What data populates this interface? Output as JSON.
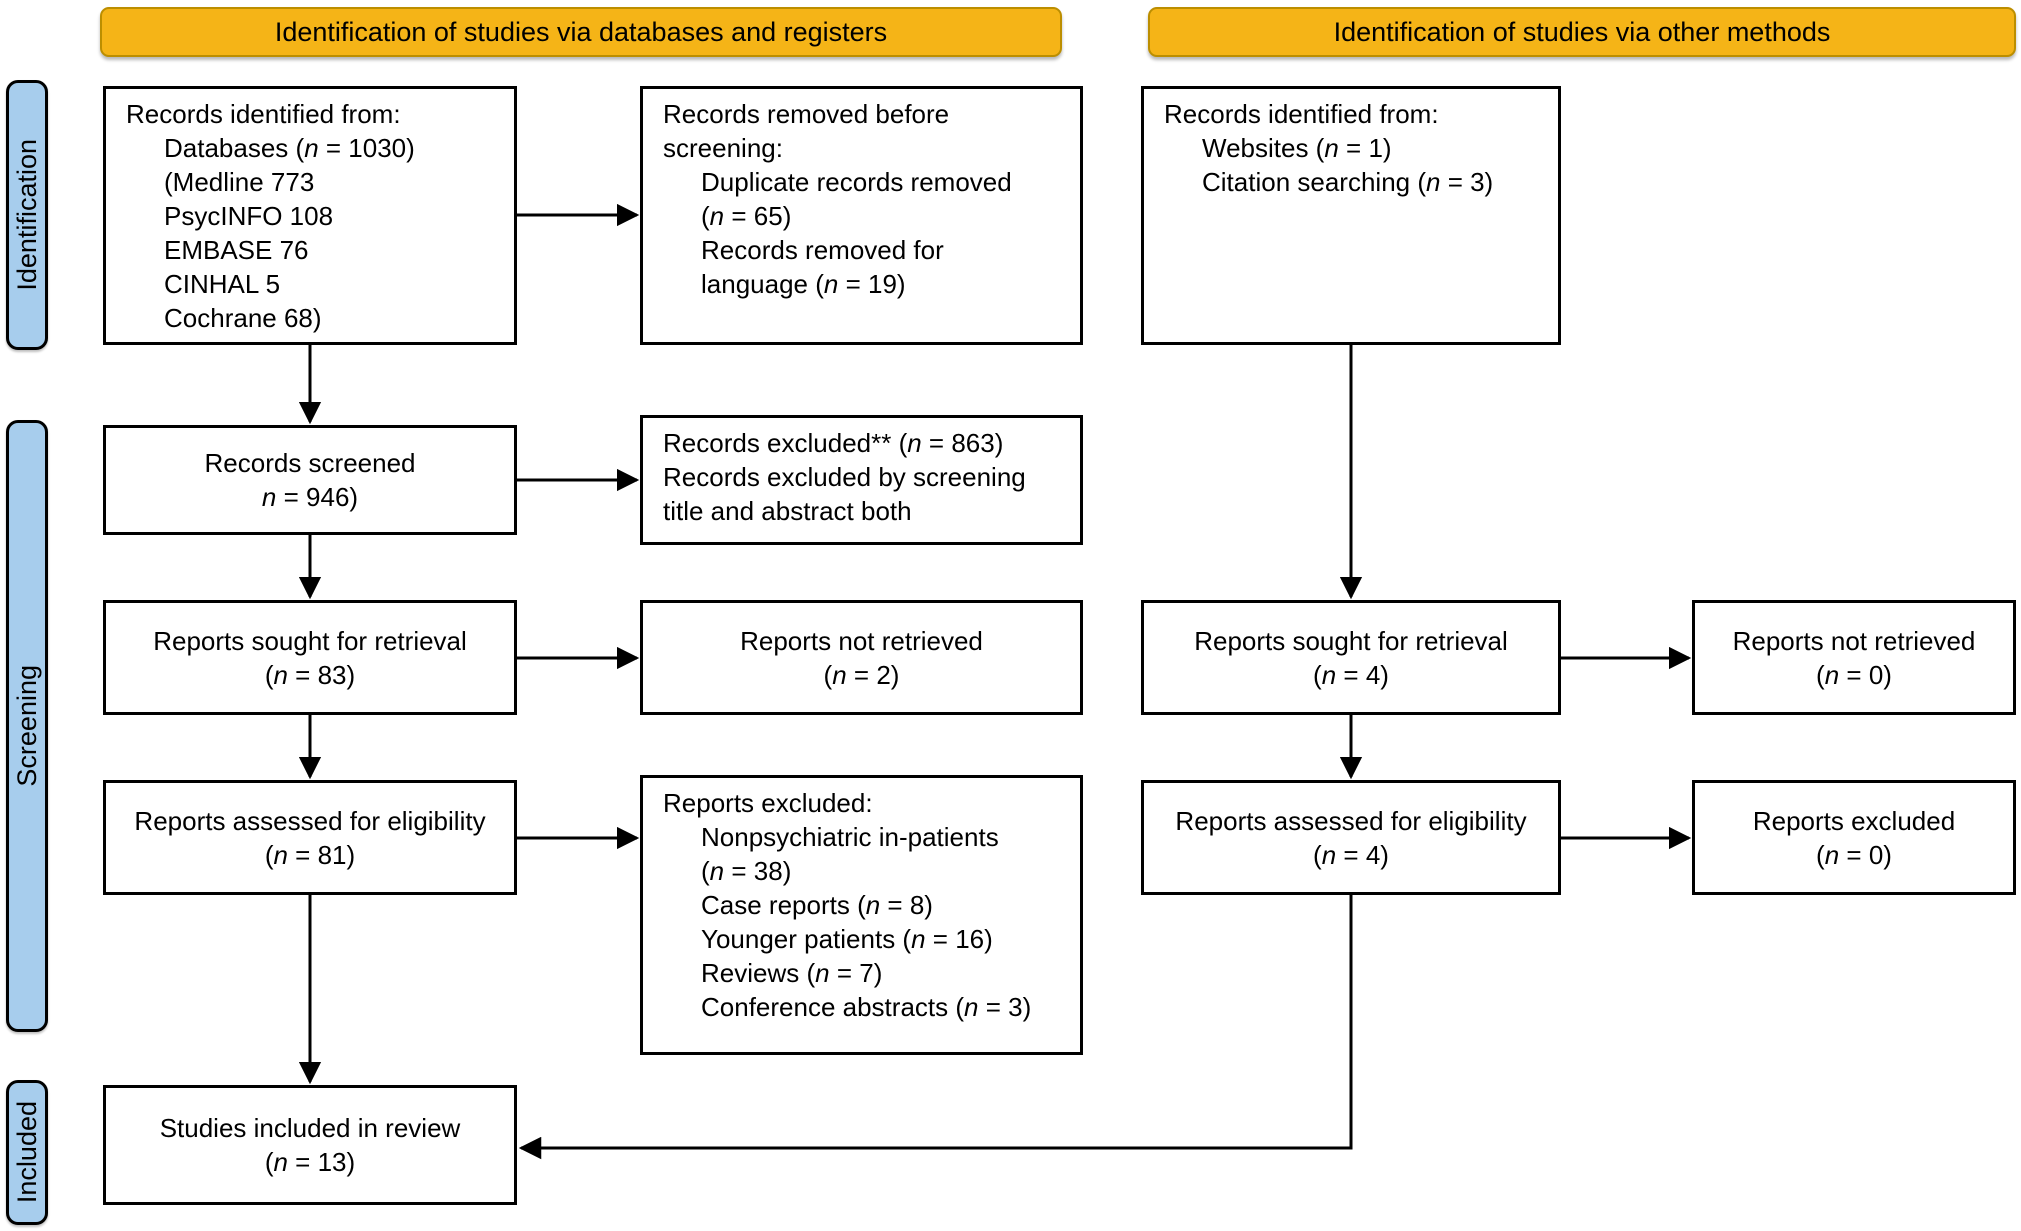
{
  "banners": {
    "left": "Identification of studies via databases and registers",
    "right": "Identification of studies via other methods"
  },
  "sidebar": {
    "identification": "Identification",
    "screening": "Screening",
    "included": "Included"
  },
  "colors": {
    "banner_fill": "#F5B417",
    "banner_border": "#BC8E00",
    "sidebar_fill": "#A7CDED",
    "sidebar_border": "#000000",
    "box_border": "#000000",
    "arrow": "#000000",
    "background": "#FFFFFF",
    "text": "#000000"
  },
  "boxes": {
    "records_identified_databases": {
      "lines": [
        {
          "text": "Records identified from:"
        },
        {
          "text": "Databases (n = 1030)",
          "indent": 1
        },
        {
          "text": "(Medline 773",
          "indent": 1
        },
        {
          "text": "PsycINFO 108",
          "indent": 1
        },
        {
          "text": "EMBASE 76",
          "indent": 1
        },
        {
          "text": "CINHAL 5",
          "indent": 1
        },
        {
          "text": "Cochrane 68)",
          "indent": 1
        }
      ]
    },
    "records_removed_before_screening": {
      "lines": [
        {
          "text": "Records removed before"
        },
        {
          "text": "screening:"
        },
        {
          "text": "Duplicate records removed",
          "indent": 1
        },
        {
          "text": "(n = 65)",
          "indent": 1
        },
        {
          "text": "Records removed for",
          "indent": 1
        },
        {
          "text": "language (n = 19)",
          "indent": 1
        }
      ]
    },
    "records_screened": {
      "lines": [
        {
          "text": "Records screened"
        },
        {
          "text": "n = 946)"
        }
      ]
    },
    "records_excluded": {
      "lines": [
        {
          "text": "Records excluded** (n = 863)"
        },
        {
          "text": "Records excluded by screening"
        },
        {
          "text": "title and abstract both"
        }
      ]
    },
    "reports_sought_databases": {
      "lines": [
        {
          "text": "Reports sought for retrieval"
        },
        {
          "text": "(n = 83)"
        }
      ]
    },
    "reports_not_retrieved_databases": {
      "lines": [
        {
          "text": "Reports not retrieved"
        },
        {
          "text": "(n = 2)"
        }
      ]
    },
    "reports_assessed_databases": {
      "lines": [
        {
          "text": "Reports assessed for eligibility"
        },
        {
          "text": "(n = 81)"
        }
      ]
    },
    "reports_excluded_reasons": {
      "lines": [
        {
          "text": "Reports excluded:"
        },
        {
          "text": "Nonpsychiatric in-patients",
          "indent": 1
        },
        {
          "text": "(n = 38)",
          "indent": 1
        },
        {
          "text": "Case reports (n = 8)",
          "indent": 1
        },
        {
          "text": "Younger patients (n = 16)",
          "indent": 1
        },
        {
          "text": "Reviews (n = 7)",
          "indent": 1
        },
        {
          "text": "Conference abstracts (n = 3)",
          "indent": 1
        }
      ]
    },
    "studies_included": {
      "lines": [
        {
          "text": "Studies included in review"
        },
        {
          "text": "(n = 13)"
        }
      ]
    },
    "records_identified_other": {
      "lines": [
        {
          "text": "Records identified from:"
        },
        {
          "text": "Websites (n = 1)",
          "indent": 1
        },
        {
          "text": "Citation searching (n = 3)",
          "indent": 1
        }
      ]
    },
    "reports_sought_other": {
      "lines": [
        {
          "text": "Reports sought for retrieval"
        },
        {
          "text": "(n = 4)"
        }
      ]
    },
    "reports_not_retrieved_other": {
      "lines": [
        {
          "text": "Reports not retrieved"
        },
        {
          "text": "(n = 0)"
        }
      ]
    },
    "reports_assessed_other": {
      "lines": [
        {
          "text": "Reports assessed for eligibility"
        },
        {
          "text": "(n = 4)"
        }
      ]
    },
    "reports_excluded_other": {
      "lines": [
        {
          "text": "Reports excluded"
        },
        {
          "text": "(n = 0)"
        }
      ]
    }
  }
}
